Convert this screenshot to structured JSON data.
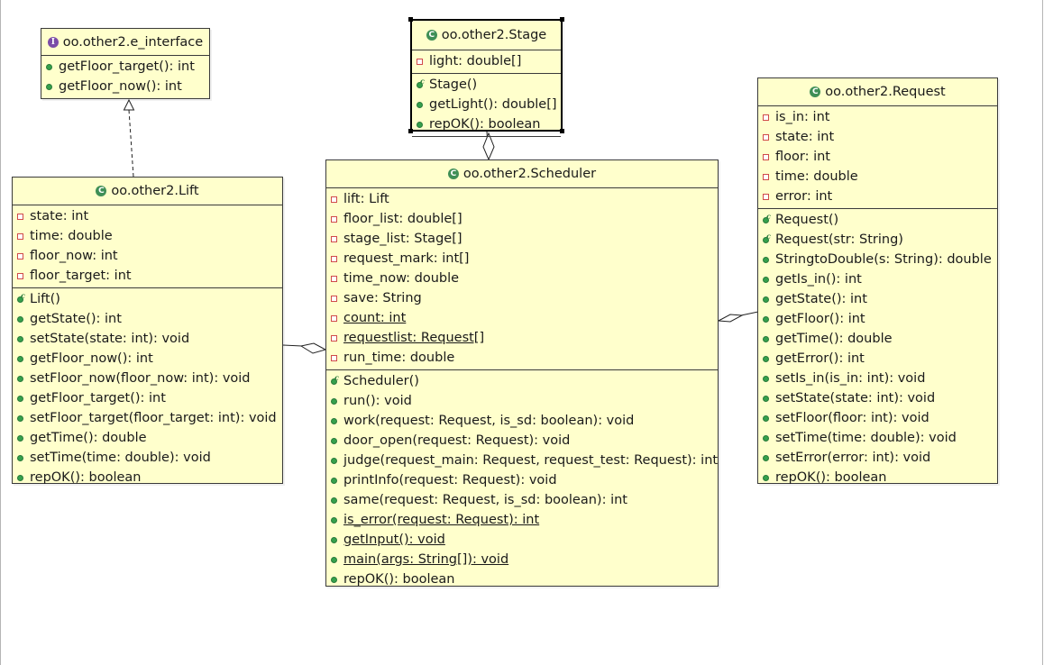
{
  "diagram": {
    "classes": [
      {
        "id": "e_interface",
        "name": "oo.other2.e_interface",
        "kind": "interface",
        "icon": "interface-icon",
        "sections": [
          [
            {
              "vis": "public",
              "text": "getFloor_target(): int"
            },
            {
              "vis": "public",
              "text": "getFloor_now(): int"
            }
          ]
        ]
      },
      {
        "id": "stage",
        "name": "oo.other2.Stage",
        "kind": "class",
        "icon": "class-icon",
        "selected": true,
        "sections": [
          [
            {
              "vis": "private",
              "text": "light: double[]"
            }
          ],
          [
            {
              "vis": "constructor",
              "text": "Stage()"
            },
            {
              "vis": "public",
              "text": "getLight(): double[]"
            },
            {
              "vis": "public",
              "text": "repOK(): boolean"
            }
          ]
        ]
      },
      {
        "id": "request",
        "name": "oo.other2.Request",
        "kind": "class",
        "icon": "class-icon",
        "sections": [
          [
            {
              "vis": "private",
              "text": "is_in: int"
            },
            {
              "vis": "private",
              "text": "state: int"
            },
            {
              "vis": "private",
              "text": "floor: int"
            },
            {
              "vis": "private",
              "text": "time: double"
            },
            {
              "vis": "private",
              "text": "error: int"
            }
          ],
          [
            {
              "vis": "constructor",
              "text": "Request()"
            },
            {
              "vis": "constructor",
              "text": "Request(str: String)"
            },
            {
              "vis": "public",
              "text": "StringtoDouble(s: String): double"
            },
            {
              "vis": "public",
              "text": "getIs_in(): int"
            },
            {
              "vis": "public",
              "text": "getState(): int"
            },
            {
              "vis": "public",
              "text": "getFloor(): int"
            },
            {
              "vis": "public",
              "text": "getTime(): double"
            },
            {
              "vis": "public",
              "text": "getError(): int"
            },
            {
              "vis": "public",
              "text": "setIs_in(is_in: int): void"
            },
            {
              "vis": "public",
              "text": "setState(state: int): void"
            },
            {
              "vis": "public",
              "text": "setFloor(floor: int): void"
            },
            {
              "vis": "public",
              "text": "setTime(time: double): void"
            },
            {
              "vis": "public",
              "text": "setError(error: int): void"
            },
            {
              "vis": "public",
              "text": "repOK(): boolean"
            }
          ]
        ]
      },
      {
        "id": "lift",
        "name": "oo.other2.Lift",
        "kind": "class",
        "icon": "class-icon",
        "sections": [
          [
            {
              "vis": "private",
              "text": "state: int"
            },
            {
              "vis": "private",
              "text": "time: double"
            },
            {
              "vis": "private",
              "text": "floor_now: int"
            },
            {
              "vis": "private",
              "text": "floor_target: int"
            }
          ],
          [
            {
              "vis": "constructor",
              "text": "Lift()"
            },
            {
              "vis": "public",
              "text": "getState(): int"
            },
            {
              "vis": "public",
              "text": "setState(state: int): void"
            },
            {
              "vis": "public",
              "text": "getFloor_now(): int"
            },
            {
              "vis": "public",
              "text": "setFloor_now(floor_now: int): void"
            },
            {
              "vis": "public",
              "text": "getFloor_target(): int"
            },
            {
              "vis": "public",
              "text": "setFloor_target(floor_target: int): void"
            },
            {
              "vis": "public",
              "text": "getTime(): double"
            },
            {
              "vis": "public",
              "text": "setTime(time: double): void"
            },
            {
              "vis": "public",
              "text": "repOK(): boolean"
            }
          ]
        ]
      },
      {
        "id": "scheduler",
        "name": "oo.other2.Scheduler",
        "kind": "class",
        "icon": "class-icon",
        "sections": [
          [
            {
              "vis": "private",
              "text": "lift: Lift"
            },
            {
              "vis": "private",
              "text": "floor_list: double[]"
            },
            {
              "vis": "private",
              "text": "stage_list: Stage[]"
            },
            {
              "vis": "private",
              "text": "request_mark: int[]"
            },
            {
              "vis": "private",
              "text": "time_now: double"
            },
            {
              "vis": "private",
              "text": "save: String"
            },
            {
              "vis": "private",
              "text": "count: int",
              "static": true
            },
            {
              "vis": "private",
              "text": "requestlist: Request[]",
              "static": true
            },
            {
              "vis": "private",
              "text": "run_time: double"
            }
          ],
          [
            {
              "vis": "constructor",
              "text": "Scheduler()"
            },
            {
              "vis": "public",
              "text": "run(): void"
            },
            {
              "vis": "public",
              "text": "work(request: Request, is_sd: boolean): void"
            },
            {
              "vis": "public",
              "text": "door_open(request: Request): void"
            },
            {
              "vis": "public",
              "text": "judge(request_main: Request, request_test: Request): int"
            },
            {
              "vis": "public",
              "text": "printInfo(request: Request): void"
            },
            {
              "vis": "public",
              "text": "same(request: Request, is_sd: boolean): int"
            },
            {
              "vis": "public",
              "text": "is_error(request: Request): int",
              "static": true
            },
            {
              "vis": "public",
              "text": "getInput(): void",
              "static": true
            },
            {
              "vis": "public",
              "text": "main(args: String[]): void",
              "static": true
            },
            {
              "vis": "public",
              "text": "repOK(): boolean"
            }
          ]
        ]
      }
    ],
    "relations": [
      {
        "type": "realization",
        "from": "lift",
        "to": "e_interface"
      },
      {
        "type": "aggregation",
        "whole": "scheduler",
        "part": "stage"
      },
      {
        "type": "aggregation",
        "whole": "scheduler",
        "part": "lift"
      },
      {
        "type": "aggregation",
        "whole": "scheduler",
        "part": "request"
      }
    ]
  }
}
